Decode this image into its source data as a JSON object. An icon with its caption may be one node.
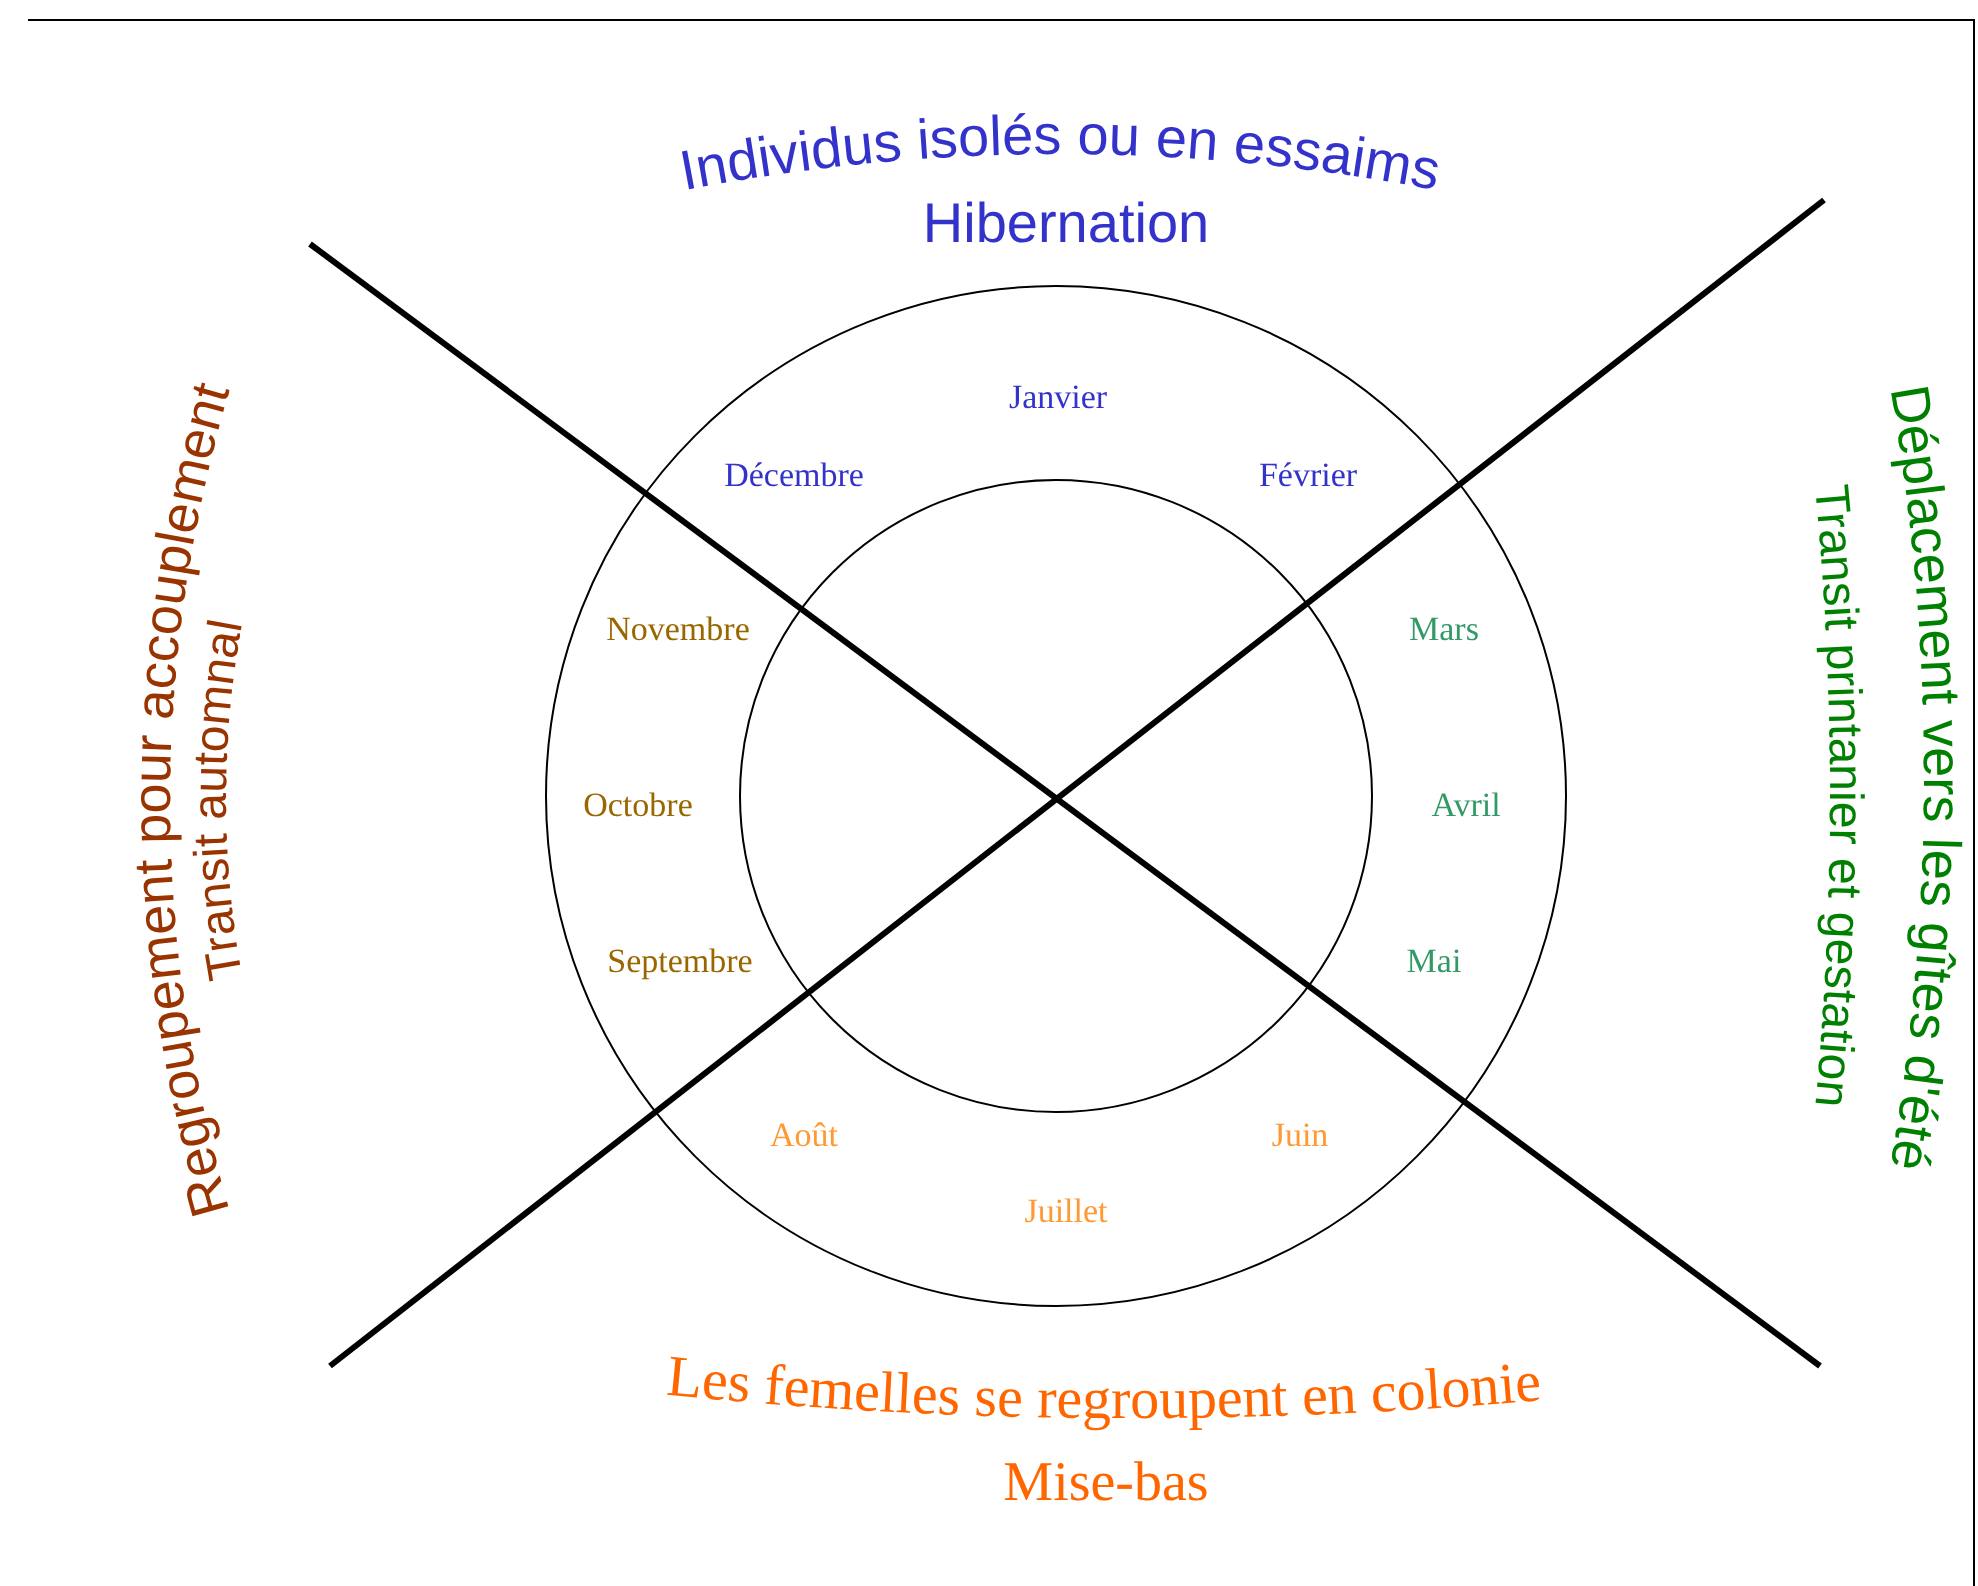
{
  "diagram": {
    "labels": [
      "Individus isolés ou en essaims",
      "Hibernation",
      "Regroupement pour accouplement",
      "Transit automnal",
      "Transit printanier et gestation",
      "Déplacement vers les gîtes d'été",
      "Janvier",
      "Décembre",
      "Février",
      "Novembre",
      "Mars",
      "Octobre",
      "Avril",
      "Septembre",
      "Mai",
      "Août",
      "Juin",
      "Juillet",
      "Les femelles se regroupent en colonie",
      "Mise-bas"
    ]
  }
}
